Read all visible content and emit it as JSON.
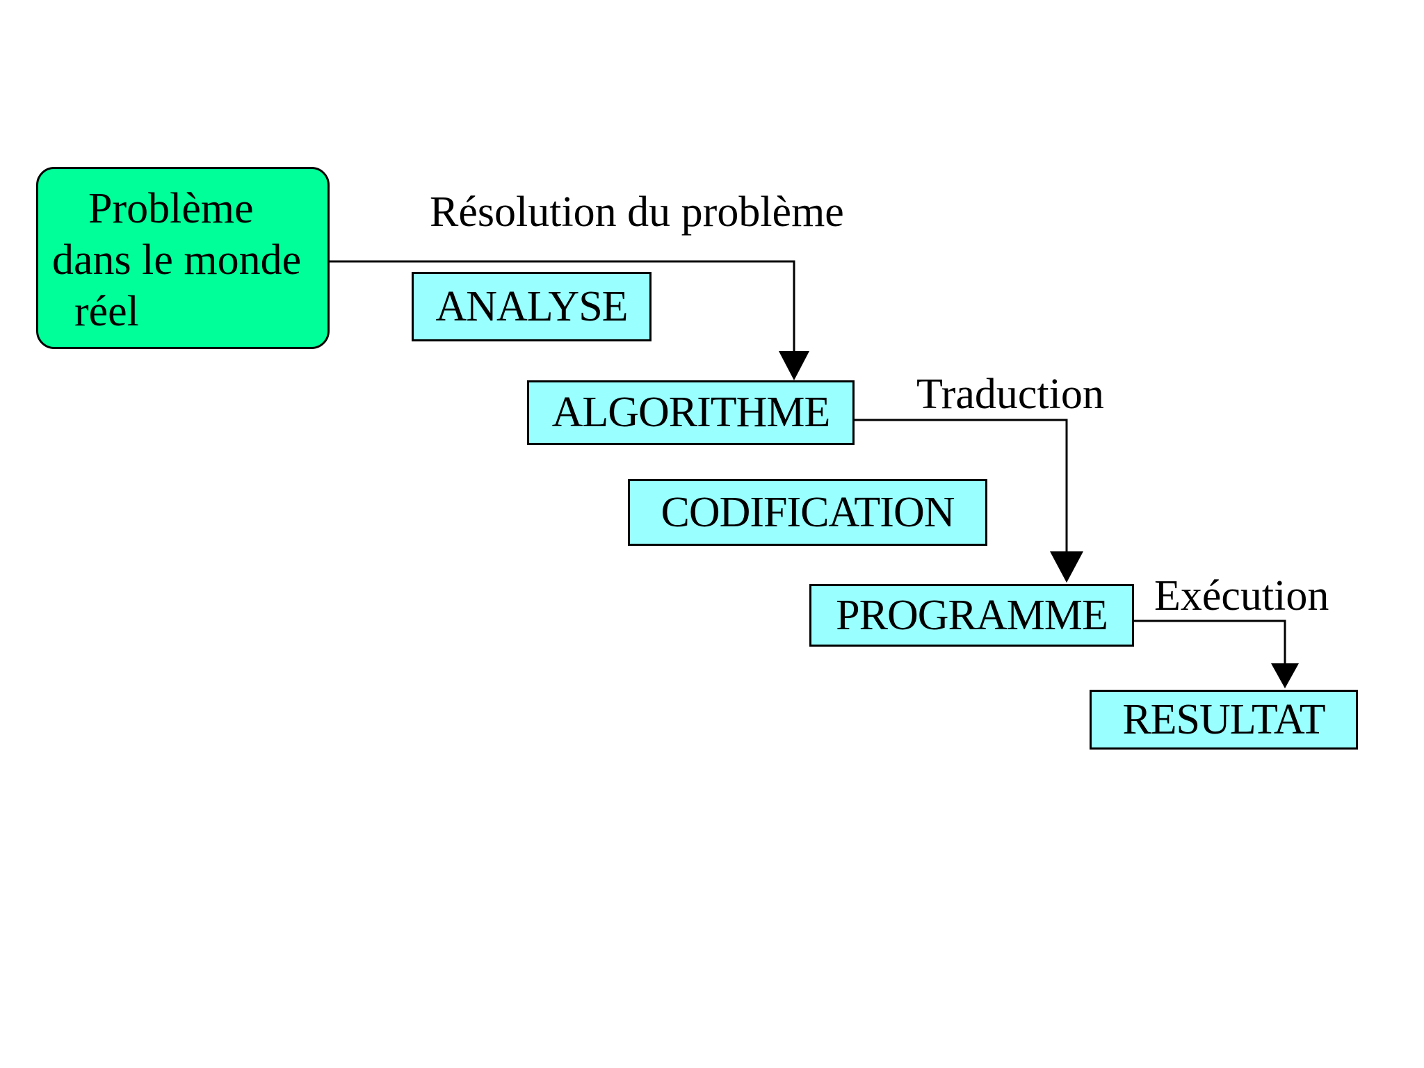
{
  "colors": {
    "start_fill": "#00ff99",
    "step_fill": "#99ffff",
    "line": "#000000"
  },
  "start_node": {
    "lines": [
      "Problème",
      "dans le monde",
      "réel"
    ]
  },
  "nodes": {
    "analyse": "ANALYSE",
    "algorithme": "ALGORITHME",
    "codification": "CODIFICATION",
    "programme": "PROGRAMME",
    "resultat": "RESULTAT"
  },
  "edge_labels": {
    "resolution": "Résolution du problème",
    "traduction": "Traduction",
    "execution": "Exécution"
  }
}
